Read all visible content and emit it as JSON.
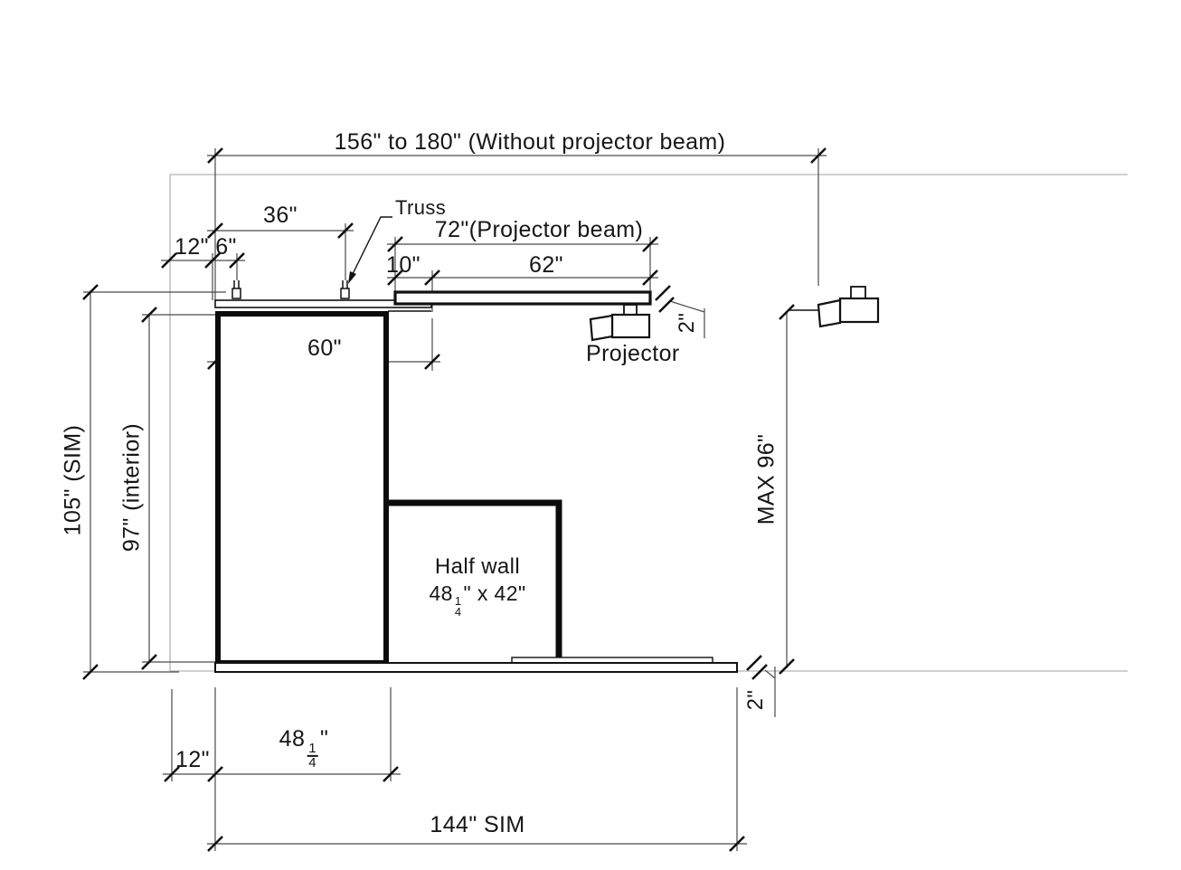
{
  "drawing": {
    "dimensions": {
      "overall_width": "156\" to 180\" (Without projector beam)",
      "truss_span": "36\"",
      "top_left_offset": "12\"",
      "truss_inset": "6\"",
      "projector_beam": "72\"(Projector beam)",
      "beam_front": "10\"",
      "beam_back": "62\"",
      "wall_top_width": "60\"",
      "beam_thickness": "2\"",
      "overall_height": "105\" (SIM)",
      "interior_height": "97\" (interior)",
      "max_height": "MAX 96\"",
      "floor_left_offset": "12\"",
      "panel_width": {
        "whole": "48",
        "numerator": "1",
        "denominator": "4",
        "unit": "\""
      },
      "floor_width": "144\" SIM",
      "floor_thickness": "2\""
    },
    "labels": {
      "truss": "Truss",
      "projector": "Projector",
      "half_wall": {
        "title": "Half wall",
        "size_pre": "48",
        "size_numerator": "1",
        "size_denominator": "4",
        "size_post": "\" x 42\""
      }
    },
    "colors": {
      "line": "#111111",
      "dimension_line": "#4a4a4a",
      "construction_line": "#b4b4b4",
      "background": "#ffffff"
    }
  }
}
